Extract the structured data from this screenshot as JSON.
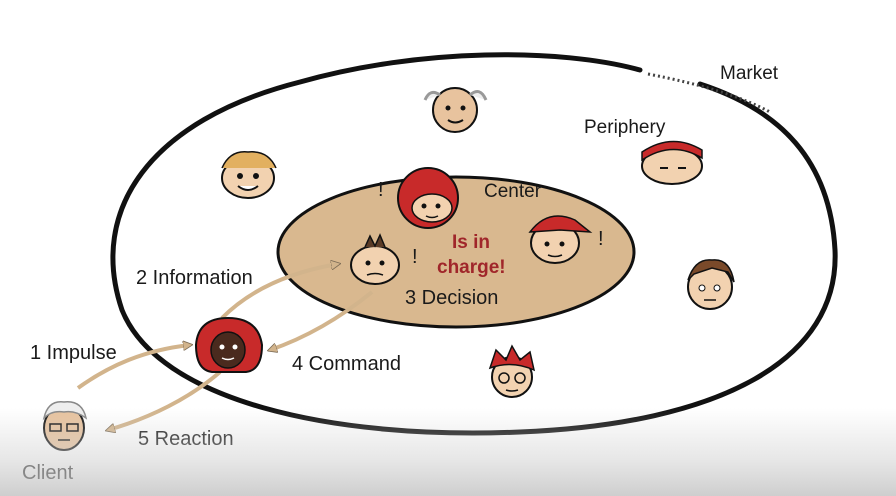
{
  "regions": {
    "market": "Market",
    "periphery": "Periphery",
    "center": "Center"
  },
  "center_note": {
    "line1": "Is in",
    "line2": "charge!"
  },
  "steps": {
    "impulse": "1 Impulse",
    "information": "2 Information",
    "decision": "3 Decision",
    "command": "4 Command",
    "reaction": "5 Reaction"
  },
  "client_label": "Client",
  "exclamation": "!",
  "colors": {
    "center_fill": "#d9b88f",
    "arrow": "#d2b48c",
    "highlight_text": "#a0262a",
    "outline": "#111111"
  }
}
